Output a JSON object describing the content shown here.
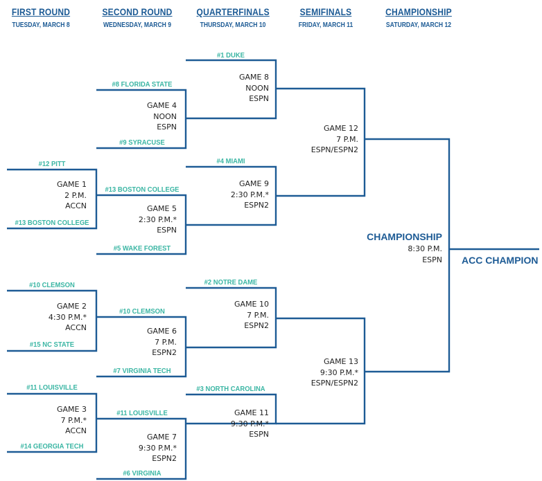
{
  "rounds": [
    {
      "title": "FIRST ROUND",
      "date": "TUESDAY, MARCH 8"
    },
    {
      "title": "SECOND ROUND",
      "date": "WEDNESDAY, MARCH 9"
    },
    {
      "title": "QUARTERFINALS",
      "date": "THURSDAY, MARCH 10"
    },
    {
      "title": "SEMIFINALS",
      "date": "FRIDAY, MARCH 11"
    },
    {
      "title": "CHAMPIONSHIP",
      "date": "SATURDAY, MARCH 12"
    }
  ],
  "games": [
    {
      "id": "g1",
      "lines": [
        "GAME 1",
        "2 P.M.",
        "ACCN"
      ],
      "top": "#12 PITT",
      "bottom": "#13 BOSTON COLLEGE"
    },
    {
      "id": "g2",
      "lines": [
        "GAME 2",
        "4:30 P.M.*",
        "ACCN"
      ],
      "top": "#10 CLEMSON",
      "bottom": "#15 NC STATE"
    },
    {
      "id": "g3",
      "lines": [
        "GAME 3",
        "7 P.M.*",
        "ACCN"
      ],
      "top": "#11 LOUISVILLE",
      "bottom": "#14 GEORGIA TECH"
    },
    {
      "id": "g4",
      "lines": [
        "GAME 4",
        "NOON",
        "ESPN"
      ],
      "top": "#8 FLORIDA STATE",
      "bottom": "#9 SYRACUSE"
    },
    {
      "id": "g5",
      "lines": [
        "GAME 5",
        "2:30 P.M.*",
        "ESPN"
      ],
      "top": "#13 BOSTON COLLEGE",
      "bottom": "#5 WAKE FOREST"
    },
    {
      "id": "g6",
      "lines": [
        "GAME 6",
        "7 P.M.",
        "ESPN2"
      ],
      "top": "#10 CLEMSON",
      "bottom": "#7 VIRGINIA TECH"
    },
    {
      "id": "g7",
      "lines": [
        "GAME 7",
        "9:30 P.M.*",
        "ESPN2"
      ],
      "top": "#11 LOUISVILLE",
      "bottom": "#6 VIRGINIA"
    },
    {
      "id": "g8",
      "lines": [
        "GAME 8",
        "NOON",
        "ESPN"
      ],
      "top": "#1 DUKE",
      "bottom": ""
    },
    {
      "id": "g9",
      "lines": [
        "GAME 9",
        "2:30 P.M.*",
        "ESPN2"
      ],
      "top": "#4 MIAMI",
      "bottom": ""
    },
    {
      "id": "g10",
      "lines": [
        "GAME 10",
        "7 P.M.",
        "ESPN2"
      ],
      "top": "#2 NOTRE DAME",
      "bottom": ""
    },
    {
      "id": "g11",
      "lines": [
        "GAME 11",
        "9:30 P.M.*",
        "ESPN"
      ],
      "top": "#3 NORTH CAROLINA",
      "bottom": ""
    },
    {
      "id": "g12",
      "lines": [
        "GAME 12",
        "7 P.M.",
        "ESPN/ESPN2"
      ],
      "top": "",
      "bottom": ""
    },
    {
      "id": "g13",
      "lines": [
        "GAME 13",
        "9:30 P.M.*",
        "ESPN/ESPN2"
      ],
      "top": "",
      "bottom": ""
    }
  ],
  "championship": {
    "title": "CHAMPIONSHIP",
    "time": "8:30 P.M.",
    "network": "ESPN"
  },
  "winner_label": "ACC CHAMPION",
  "colors": {
    "line": "#1d5b95",
    "team": "#3bb6a4",
    "heading": "#1d5b95",
    "text": "#222222"
  }
}
